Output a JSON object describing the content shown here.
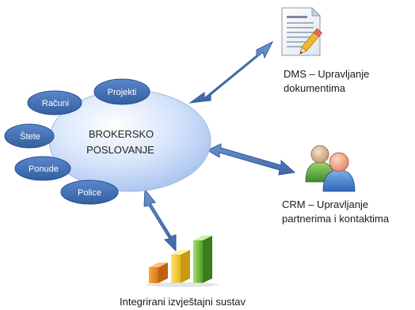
{
  "center": {
    "line1": "BROKERSKO",
    "line2": "POSLOVANJE"
  },
  "satellites": {
    "projekti": "Projekti",
    "racuni": "Računi",
    "stete": "Štete",
    "ponude": "Ponude",
    "police": "Police"
  },
  "systems": {
    "dms": {
      "line1": "DMS – Upravljanje",
      "line2": "dokumentima",
      "icon": "document-edit-icon"
    },
    "crm": {
      "line1": "CRM – Upravljanje",
      "line2": "partnerima i kontaktima",
      "icon": "users-icon"
    },
    "reporting": {
      "line1": "Integrirani izvještajni sustav",
      "icon": "bar-chart-icon"
    }
  },
  "colors": {
    "ellipse_light": "#f4f8ff",
    "ellipse_dark": "#a9c3f0",
    "pill_fill": "#3f6db5",
    "pill_stroke": "#2a4f8f",
    "arrow_fill": "#4a72b4",
    "arrow_stroke": "#345a99"
  }
}
